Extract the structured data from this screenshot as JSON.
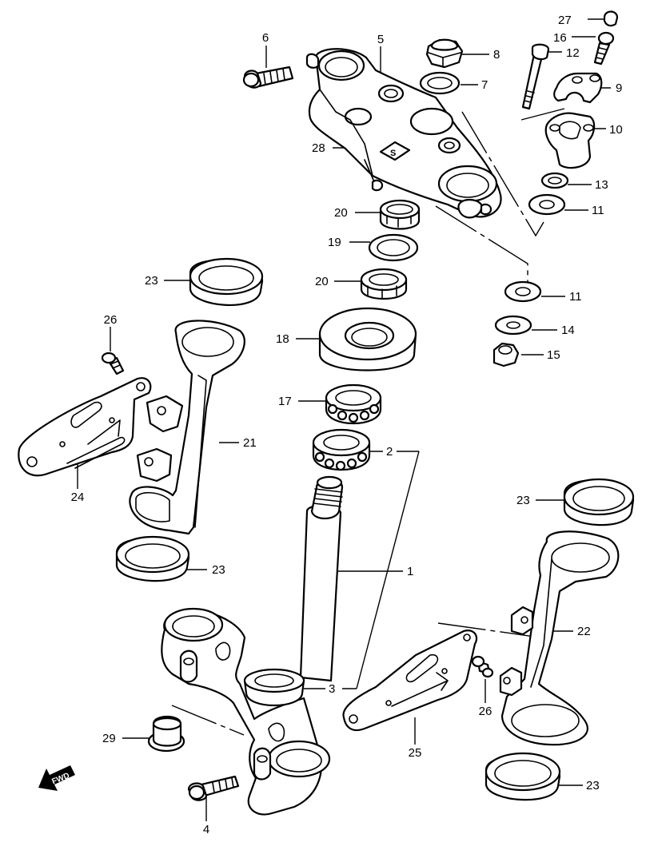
{
  "diagram": {
    "callouts": [
      {
        "id": "c1",
        "text": "1"
      },
      {
        "id": "c2",
        "text": "2"
      },
      {
        "id": "c3",
        "text": "3"
      },
      {
        "id": "c4",
        "text": "4"
      },
      {
        "id": "c5",
        "text": "5"
      },
      {
        "id": "c6",
        "text": "6"
      },
      {
        "id": "c7",
        "text": "7"
      },
      {
        "id": "c8",
        "text": "8"
      },
      {
        "id": "c9",
        "text": "9"
      },
      {
        "id": "c10",
        "text": "10"
      },
      {
        "id": "c11a",
        "text": "11"
      },
      {
        "id": "c11b",
        "text": "11"
      },
      {
        "id": "c12",
        "text": "12"
      },
      {
        "id": "c13",
        "text": "13"
      },
      {
        "id": "c14",
        "text": "14"
      },
      {
        "id": "c15",
        "text": "15"
      },
      {
        "id": "c16",
        "text": "16"
      },
      {
        "id": "c17",
        "text": "17"
      },
      {
        "id": "c18",
        "text": "18"
      },
      {
        "id": "c19",
        "text": "19"
      },
      {
        "id": "c20a",
        "text": "20"
      },
      {
        "id": "c20b",
        "text": "20"
      },
      {
        "id": "c21",
        "text": "21"
      },
      {
        "id": "c22",
        "text": "22"
      },
      {
        "id": "c23a",
        "text": "23"
      },
      {
        "id": "c23b",
        "text": "23"
      },
      {
        "id": "c23c",
        "text": "23"
      },
      {
        "id": "c23d",
        "text": "23"
      },
      {
        "id": "c24",
        "text": "24"
      },
      {
        "id": "c25",
        "text": "25"
      },
      {
        "id": "c26a",
        "text": "26"
      },
      {
        "id": "c26b",
        "text": "26"
      },
      {
        "id": "c27",
        "text": "27"
      },
      {
        "id": "c28",
        "text": "28"
      },
      {
        "id": "c29",
        "text": "29"
      }
    ],
    "fwd_label": "FWD",
    "top_clamp_mark": "S"
  }
}
